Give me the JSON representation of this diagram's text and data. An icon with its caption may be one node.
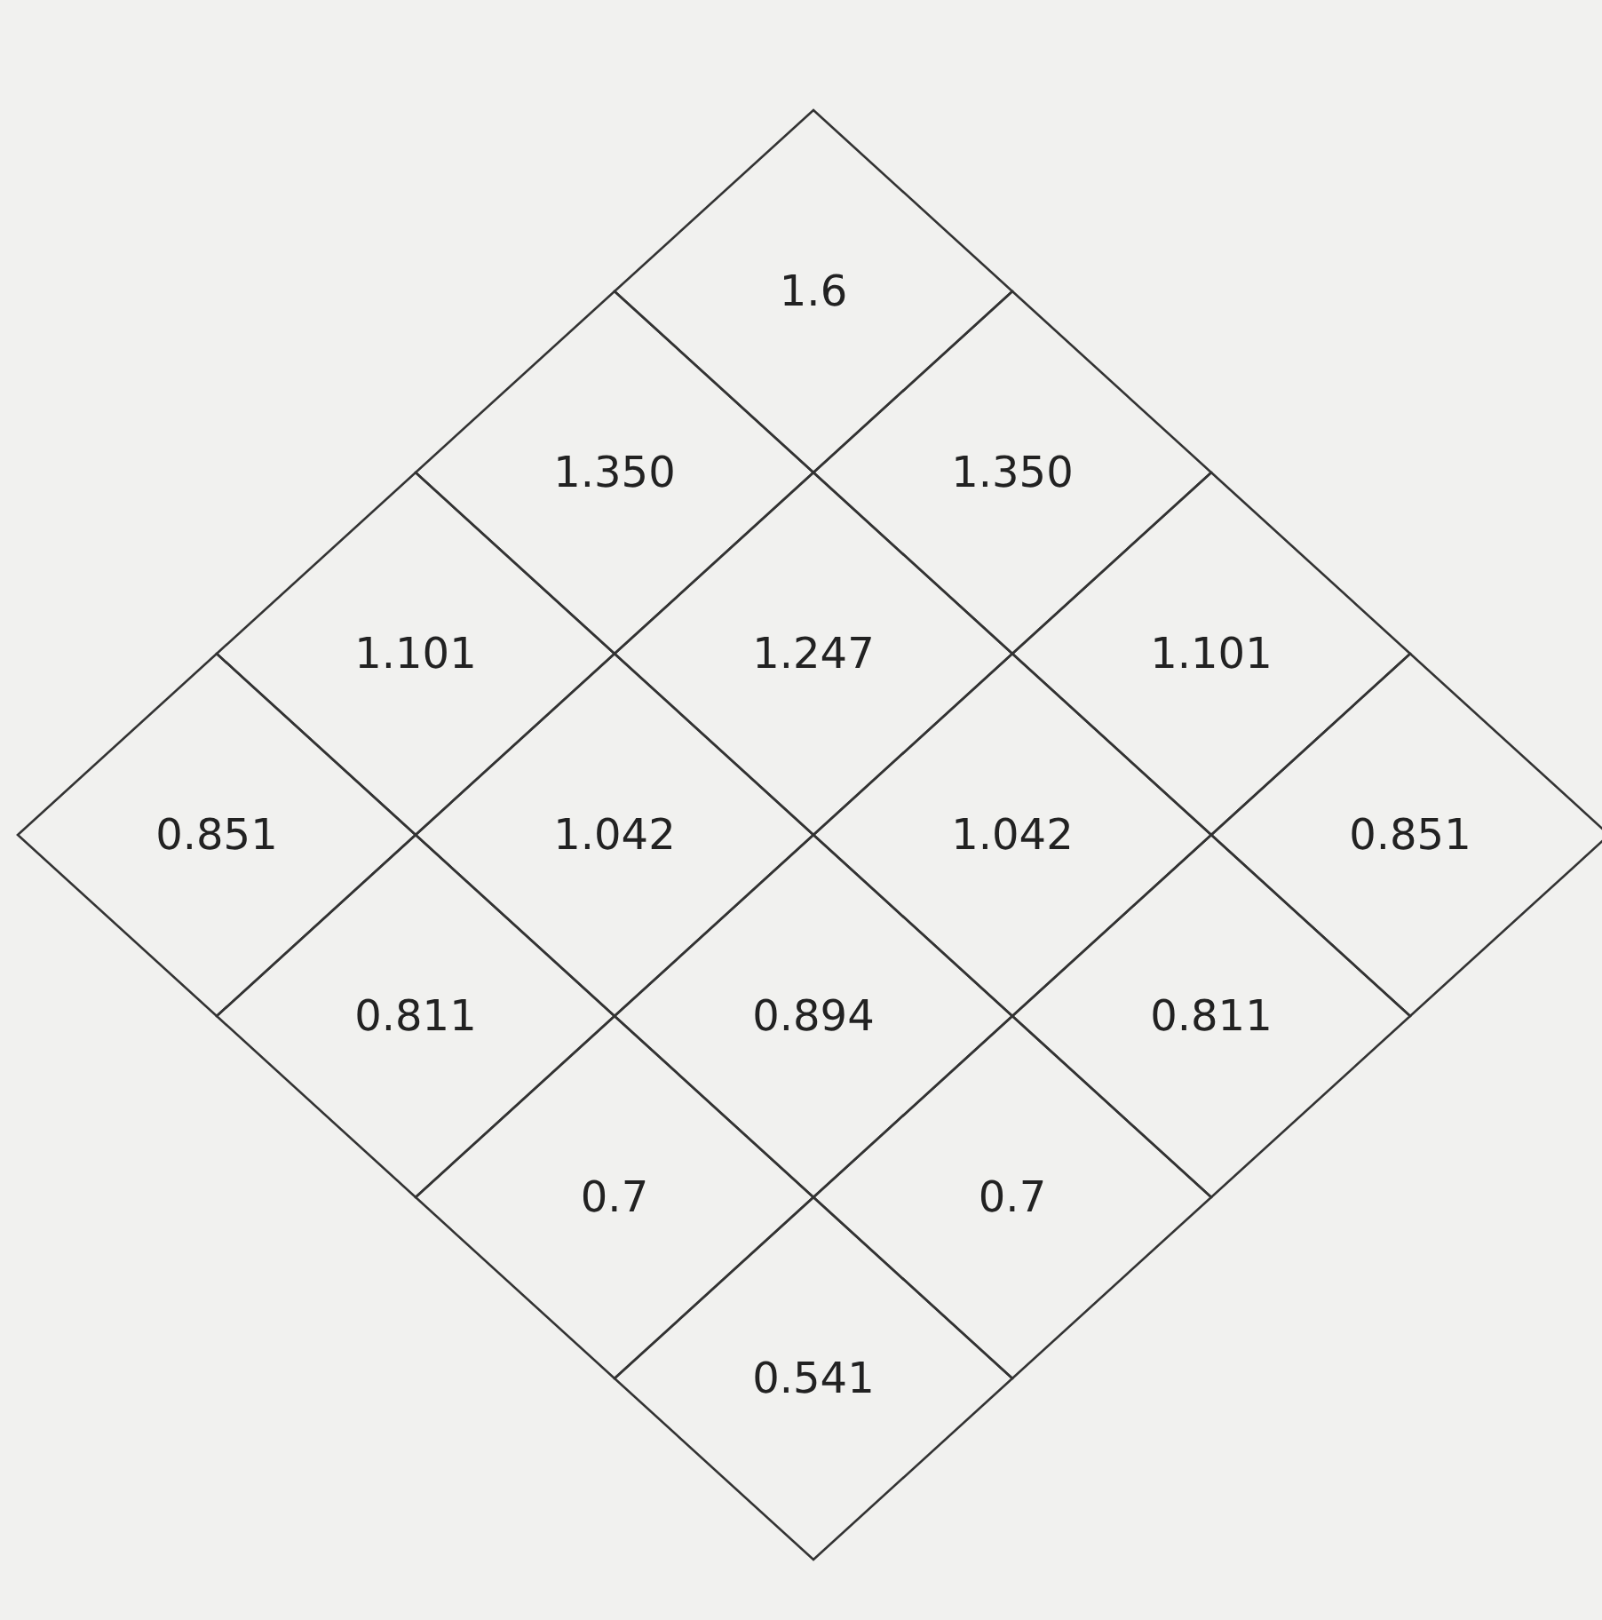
{
  "diagram": {
    "nodes": [
      {
        "text": [
          "1.6"
        ]
      },
      {
        "text": [
          "1.350"
        ]
      },
      {
        "text": [
          "1.350"
        ]
      },
      {
        "text": [
          "1.101"
        ]
      },
      {
        "text": [
          "1.247"
        ]
      },
      {
        "text": [
          "1.101"
        ]
      },
      {
        "text": [
          "0.851"
        ]
      },
      {
        "text": [
          "1.042"
        ]
      },
      {
        "text": [
          "1.042"
        ]
      },
      {
        "text": [
          "0.851"
        ]
      },
      {
        "text": [
          "0.811"
        ]
      },
      {
        "text": [
          "0.894"
        ]
      },
      {
        "text": [
          "0.811"
        ]
      },
      {
        "text": [
          "0.7"
        ]
      },
      {
        "text": [
          "0.7"
        ]
      },
      {
        "text": [
          "0.541"
        ]
      }
    ]
  }
}
